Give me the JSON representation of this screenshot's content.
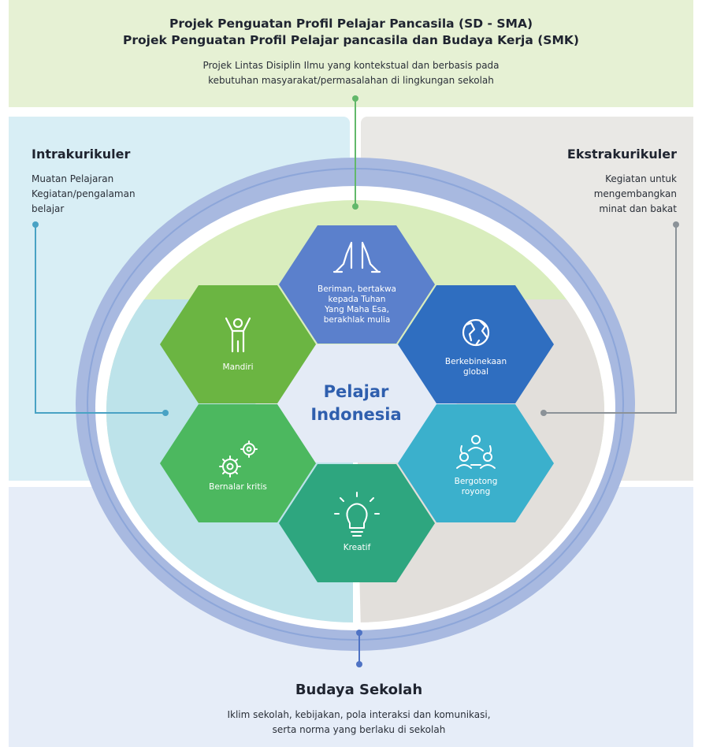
{
  "header": {
    "title_line1": "Projek Penguatan Profil Pelajar Pancasila (SD - SMA)",
    "title_line2": "Projek Penguatan Profil Pelajar pancasila dan Budaya Kerja (SMK)",
    "desc_line1": "Projek Lintas Disiplin Ilmu yang kontekstual dan berbasis pada",
    "desc_line2": "kebutuhan masyarakat/permasalahan di lingkungan sekolah"
  },
  "intrakurikuler": {
    "title": "Intrakurikuler",
    "line1": "Muatan Pelajaran",
    "line2": "Kegiatan/pengalaman",
    "line3": "belajar"
  },
  "ekstrakurikuler": {
    "title": "Ekstrakurikuler",
    "line1": "Kegiatan untuk",
    "line2": "mengembangkan",
    "line3": "minat dan bakat"
  },
  "center": {
    "line1": "Pelajar",
    "line2": "Indonesia"
  },
  "hexagons": {
    "beriman": {
      "line1": "Beriman, bertakwa",
      "line2": "kepada Tuhan",
      "line3": "Yang Maha Esa,",
      "line4": "berakhlak mulia",
      "icon": "praying-hands-icon",
      "color": "#5b80cc"
    },
    "global": {
      "line1": "Berkebinekaan",
      "line2": "global",
      "icon": "globe-icon",
      "color": "#2f6ec0"
    },
    "gotong": {
      "line1": "Bergotong",
      "line2": "royong",
      "icon": "people-cycle-icon",
      "color": "#3bb0cc"
    },
    "kreatif": {
      "line1": "Kreatif",
      "icon": "lightbulb-icon",
      "color": "#2ea67f"
    },
    "kritis": {
      "line1": "Bernalar kritis",
      "icon": "gears-icon",
      "color": "#4cb85f"
    },
    "mandiri": {
      "line1": "Mandiri",
      "icon": "person-arms-up-icon",
      "color": "#6bb542"
    }
  },
  "budaya": {
    "title": "Budaya Sekolah",
    "line1": "Iklim sekolah, kebijakan, pola interaksi dan komunikasi,",
    "line2": "serta norma yang berlaku di sekolah"
  },
  "colors": {
    "header_bg": "#e6f1d4",
    "intra_bg": "#d8eef5",
    "ekstra_bg": "#e9e8e5",
    "budaya_bg": "#e6edf8",
    "ring": "#a8b9e0",
    "ring_inner": "#8da6d9"
  }
}
